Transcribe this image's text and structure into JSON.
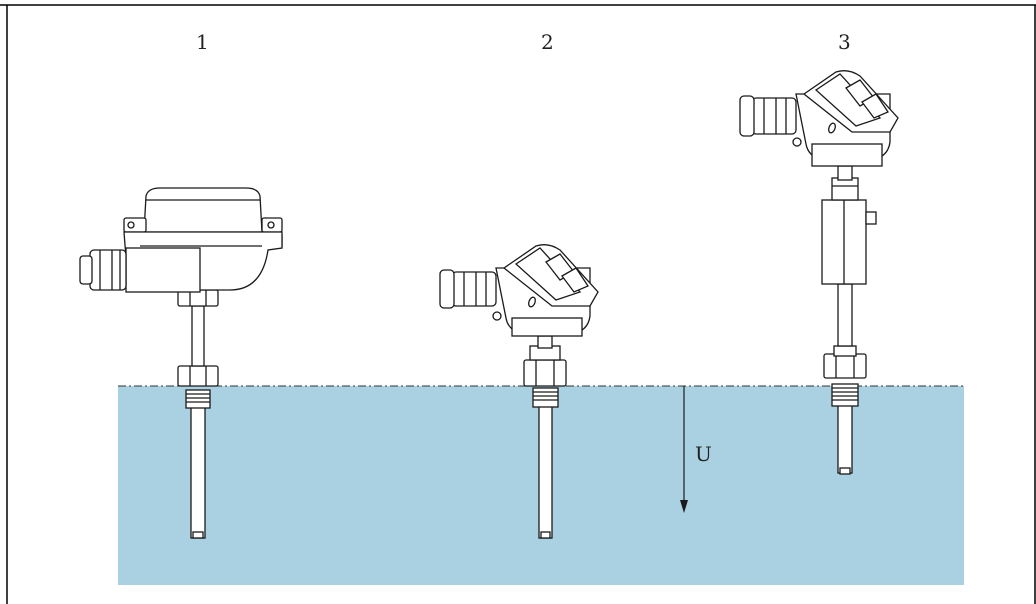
{
  "figure": {
    "callouts": [
      "1",
      "2",
      "3"
    ],
    "immersion_label": "U"
  },
  "colors": {
    "medium": "#a9d1e2",
    "outline": "#1a1a1a",
    "body_fill": "#ffffff",
    "frame": "#000000"
  },
  "icons": {
    "sensor_1": "thermometer-flat-housing-icon",
    "sensor_2": "thermometer-head-housing-icon",
    "sensor_3": "thermometer-head-extension-icon"
  }
}
